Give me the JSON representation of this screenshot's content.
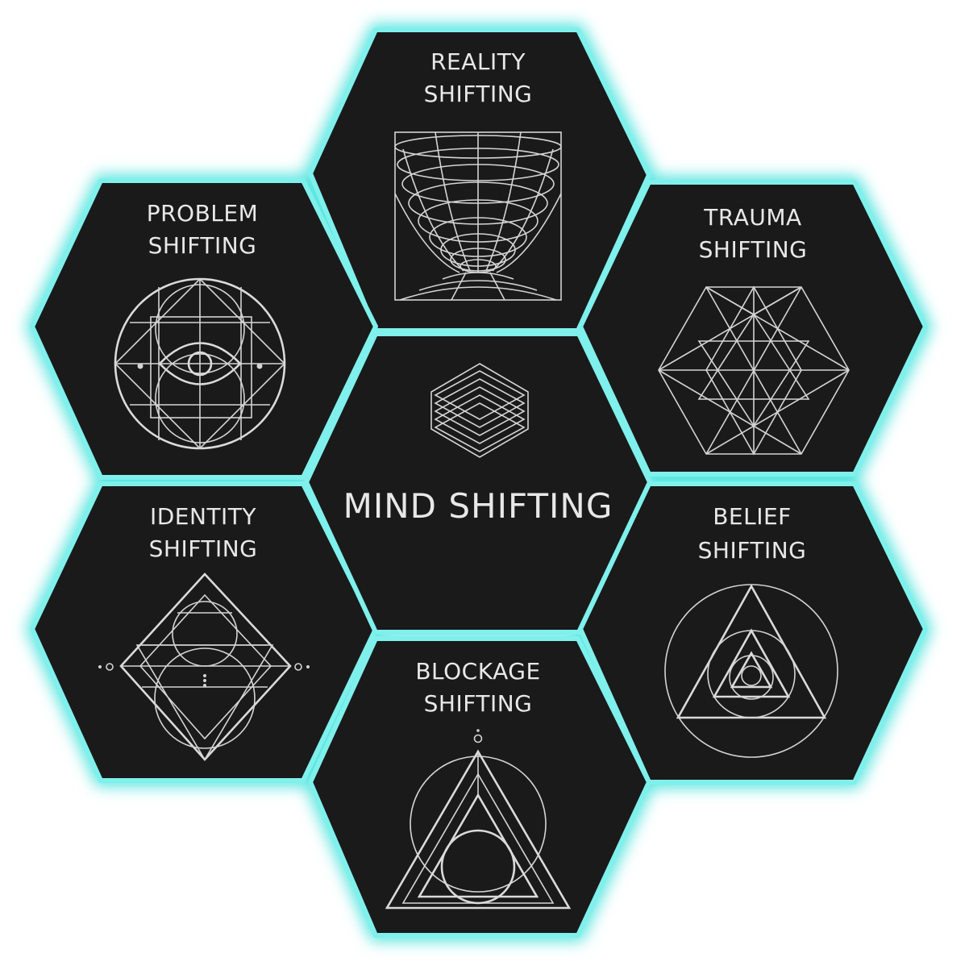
{
  "diagram": {
    "center": {
      "label": "MIND SHIFTING",
      "icon": "stacked-layers-icon"
    },
    "hexagons": [
      {
        "id": "reality",
        "line1": "REALITY",
        "line2": "SHIFTING",
        "icon": "wormhole-grid-icon"
      },
      {
        "id": "problem",
        "line1": "PROBLEM",
        "line2": "SHIFTING",
        "icon": "eye-circle-icon"
      },
      {
        "id": "trauma",
        "line1": "TRAUMA",
        "line2": "SHIFTING",
        "icon": "cube-star-icon"
      },
      {
        "id": "identity",
        "line1": "IDENTITY",
        "line2": "SHIFTING",
        "icon": "diamond-circles-icon"
      },
      {
        "id": "belief",
        "line1": "BELIEF",
        "line2": "SHIFTING",
        "icon": "nested-triangles-icon"
      },
      {
        "id": "blockage",
        "line1": "BLOCKAGE",
        "line2": "SHIFTING",
        "icon": "triangle-circle-icon"
      }
    ],
    "colors": {
      "hex_fill": "#1a1a1a",
      "glow": "#5fe6e0",
      "separator": "#7ff0ec",
      "line_art": "#d4d4d4",
      "text": "#e8e8e8"
    }
  }
}
